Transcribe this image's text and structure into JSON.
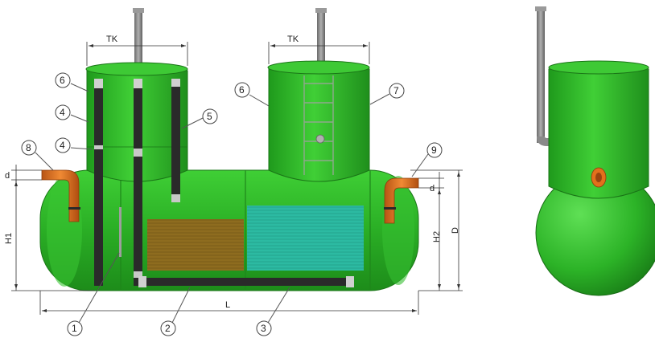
{
  "callouts": {
    "c1": "1",
    "c2": "2",
    "c3": "3",
    "c4a": "4",
    "c4b": "4",
    "c5": "5",
    "c6a": "6",
    "c6b": "6",
    "c7": "7",
    "c8": "8",
    "c9": "9"
  },
  "dimensions": {
    "tk_left": "TK",
    "tk_right": "TK",
    "d_left": "d",
    "d_right": "d",
    "h1": "H1",
    "h2": "H2",
    "big_d": "D",
    "l": "L"
  },
  "colors": {
    "tank_green": "#2fb52a",
    "tank_dark": "#1f8a1c",
    "tank_light": "#52d94a",
    "pipe_black": "#2a2a2a",
    "pipe_grey": "#8a8a8a",
    "orange": "#e2701c",
    "filter_brown": "#8a6a1e",
    "media_teal": "#2ab8a0"
  }
}
